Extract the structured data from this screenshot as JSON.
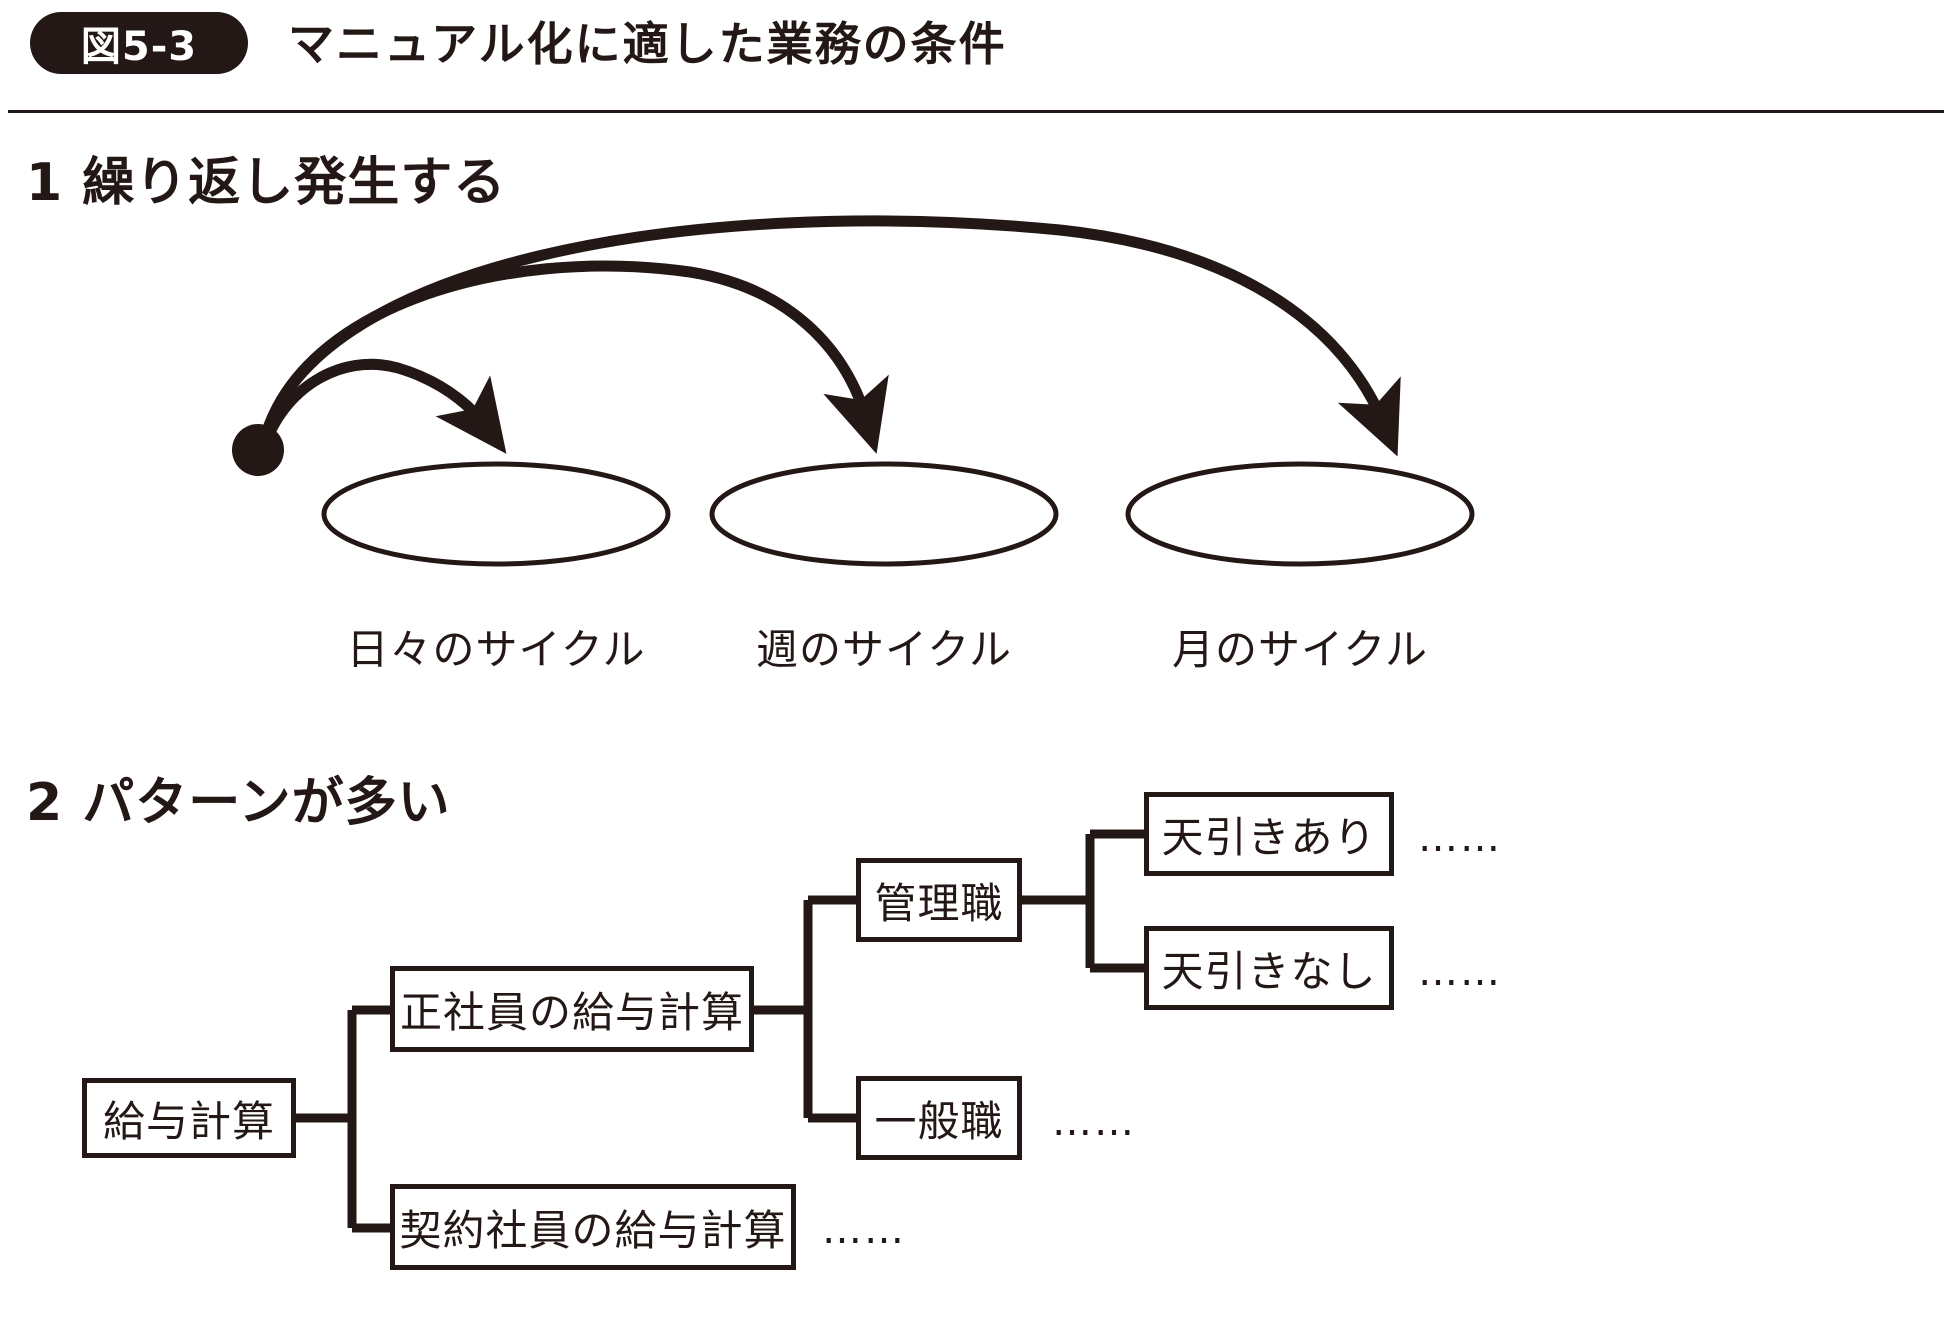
{
  "header": {
    "badge": "図5-3",
    "title": "マニュアル化に適した業務の条件"
  },
  "sections": [
    {
      "heading": "1 繰り返し発生する",
      "type": "cycle-arrows",
      "source_node": "origin-dot",
      "targets": [
        {
          "label": "日々のサイクル"
        },
        {
          "label": "週のサイクル"
        },
        {
          "label": "月のサイクル"
        }
      ]
    },
    {
      "heading": "2 パターンが多い",
      "type": "tree",
      "nodes": {
        "root": "給与計算",
        "level2": [
          "正社員の給与計算",
          "契約社員の給与計算"
        ],
        "level3": [
          "管理職",
          "一般職"
        ],
        "level4": [
          "天引きあり",
          "天引きなし"
        ]
      },
      "ellipsis": "……"
    }
  ],
  "colors": {
    "ink": "#231815",
    "paper": "#ffffff"
  }
}
